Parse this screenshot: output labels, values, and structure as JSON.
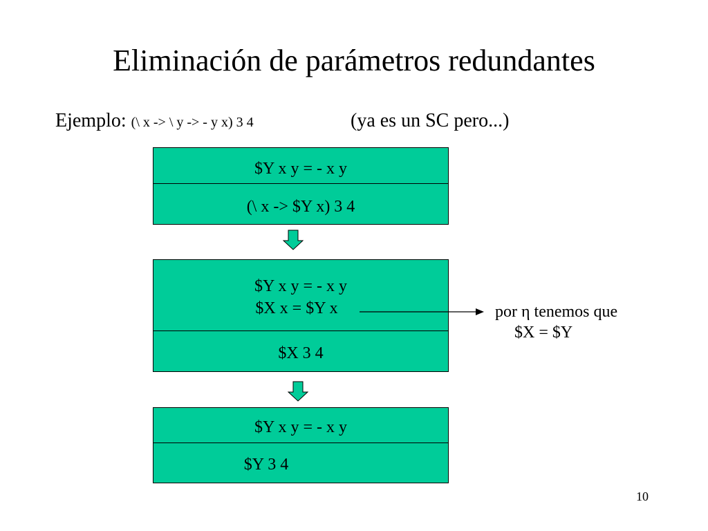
{
  "slide": {
    "title": "Eliminación de parámetros redundantes",
    "example_label": "Ejemplo: ",
    "example_expr": "(\\ x -> \\ y -> - y x) 3 4",
    "example_note": "(ya es un SC pero...)",
    "page_number": "10"
  },
  "boxes": [
    {
      "top": "$Y  x  y = - x y",
      "bottom": "(\\ x -> $Y x) 3 4"
    },
    {
      "top_line1": "$Y x y = - x y",
      "top_line2": "$X x = $Y x",
      "bottom": "$X 3 4"
    },
    {
      "top": "$Y  x  y = - x y",
      "bottom": "$Y 3 4"
    }
  ],
  "side_note": {
    "line1": "por η tenemos que",
    "line2": "$X  = $Y"
  },
  "colors": {
    "box_fill": "#00cc99",
    "arrow_fill": "#00cc99",
    "border": "#000000"
  }
}
